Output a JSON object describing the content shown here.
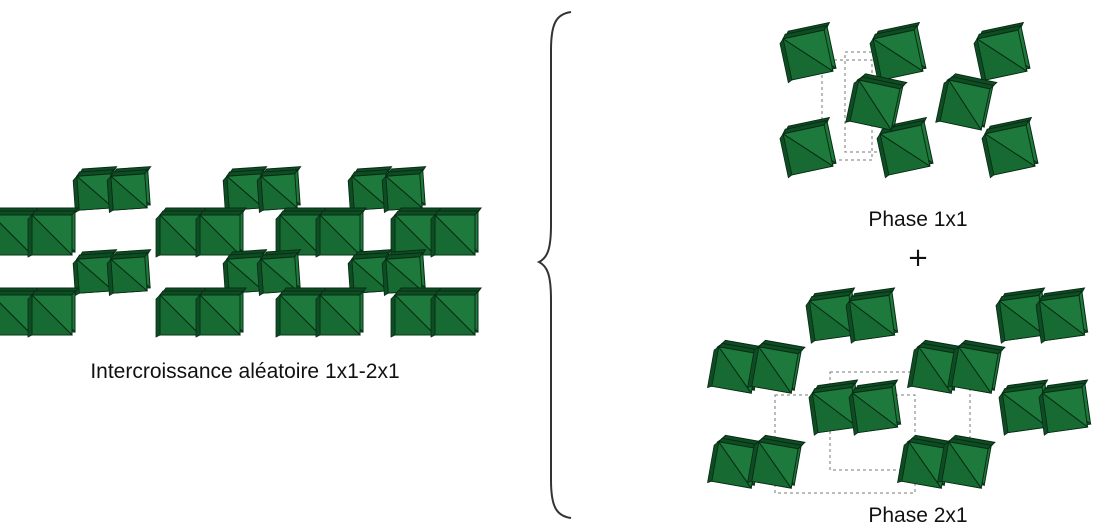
{
  "labels": {
    "left": "Intercroissance aléatoire 1x1-2x1",
    "phase1": "Phase 1x1",
    "plus": "+",
    "phase2": "Phase 2x1"
  },
  "colors": {
    "octa_front": "#1e7a3c",
    "octa_mid": "#176a32",
    "octa_dark": "#0e4d23",
    "octa_edge": "#072c14",
    "unit_cell": "#7a7a7a",
    "brace": "#333333"
  },
  "icons": {
    "brace": "curly-brace-icon"
  }
}
